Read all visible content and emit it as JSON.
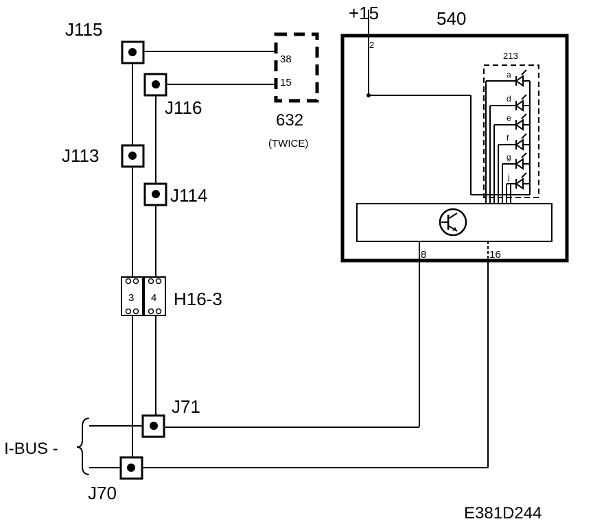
{
  "connectors": {
    "j115": "J115",
    "j116": "J116",
    "j113": "J113",
    "j114": "J114",
    "j71": "J71",
    "j70": "J70",
    "h16_3": "H16-3",
    "h16_pin3": "3",
    "h16_pin4": "4"
  },
  "component_632": {
    "label": "632",
    "note": "(TWICE)",
    "pin_38": "38",
    "pin_15": "15"
  },
  "module_540": {
    "label": "540",
    "supply": "+15",
    "pin_2": "2",
    "pin_8": "8",
    "pin_16": "16",
    "led_group_label": "213",
    "leds": [
      "a",
      "d",
      "e",
      "f",
      "g",
      "j"
    ]
  },
  "bus": {
    "label": "I-BUS -"
  },
  "figure_code": "E381D244"
}
